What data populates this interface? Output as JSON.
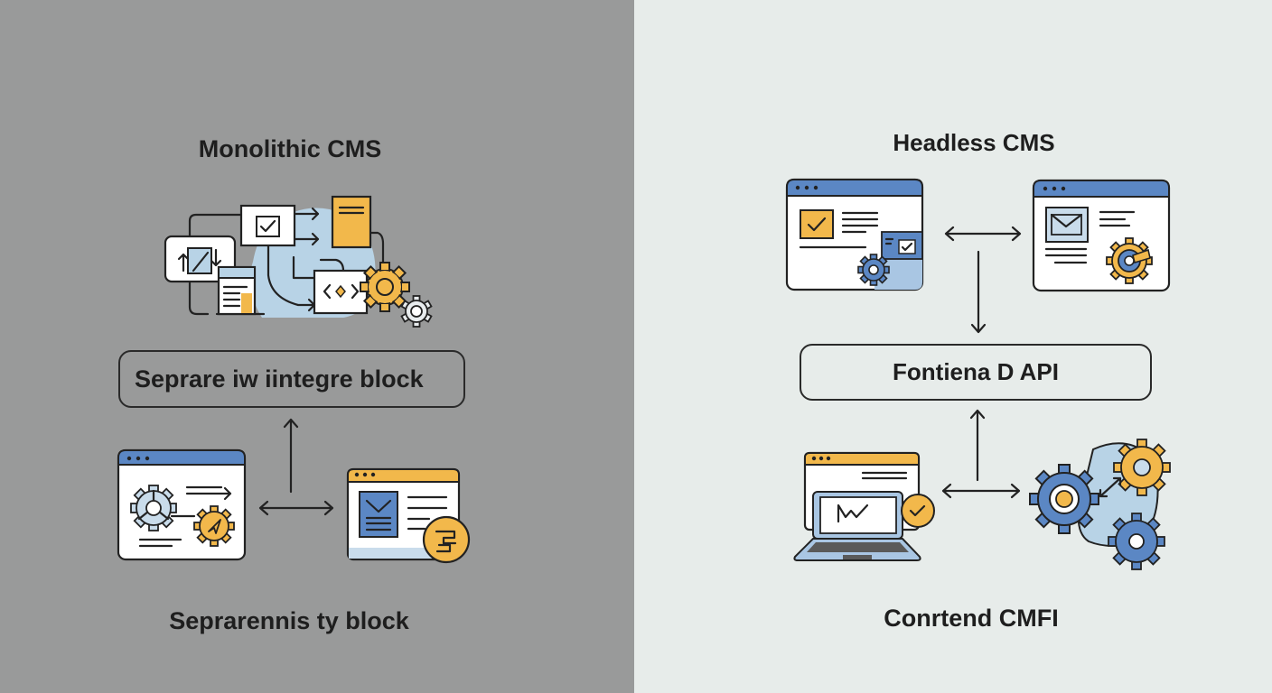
{
  "left_panel": {
    "title": "Monolithic CMS",
    "block_label": "Seprare iw iintegre block",
    "caption": "Seprarennis ty block"
  },
  "right_panel": {
    "title": "Headless CMS",
    "api_label": "Fontiena D API",
    "caption": "Conrtend CMFI"
  },
  "colors": {
    "left_background": "#999a9a",
    "right_background": "#e7ecea",
    "accent_blue": "#5b87c4",
    "accent_orange": "#f2b84b",
    "light_blue": "#b8d3e6",
    "outline": "#222222"
  }
}
